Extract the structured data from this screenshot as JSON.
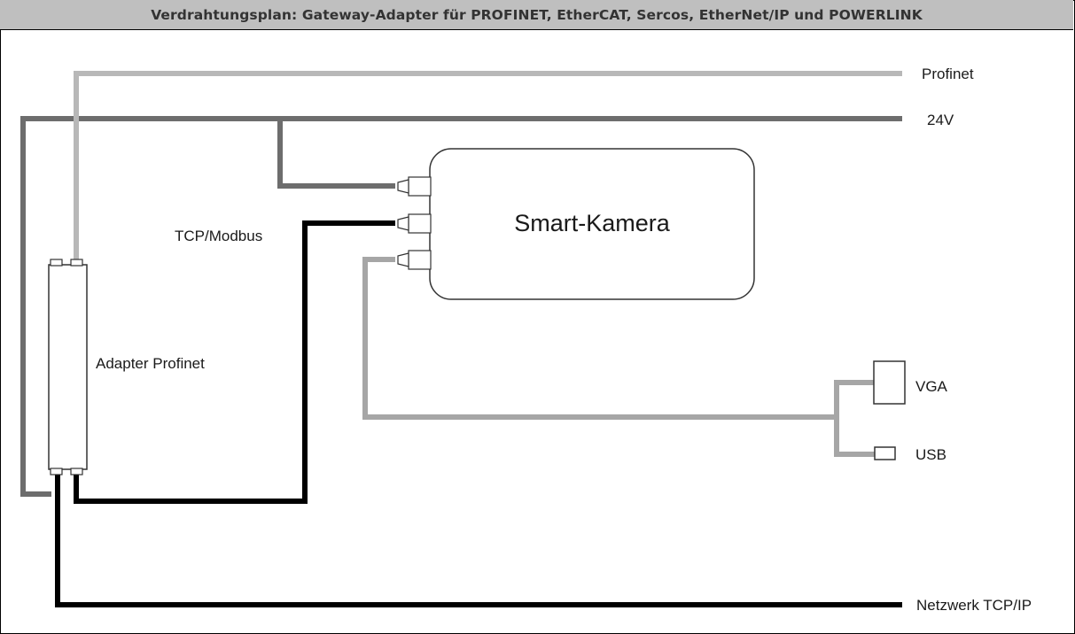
{
  "header": {
    "title": "Verdrahtungsplan:  Gateway-Adapter für PROFINET, EtherCAT, Sercos, EtherNet/IP und POWERLINK"
  },
  "labels": {
    "profinet": "Profinet",
    "power": "24V",
    "camera": "Smart-Kamera",
    "tcp_modbus": "TCP/Modbus",
    "adapter": "Adapter Profinet",
    "vga": "VGA",
    "usb": "USB",
    "network": "Netzwerk TCP/IP"
  },
  "colors": {
    "profinet_line": "#b8b8b8",
    "power_line": "#6d6d6d",
    "modbus_line": "#000000",
    "camera_io_line": "#a6a6a6",
    "network_line": "#000000",
    "header_bg": "#bfbfbf"
  }
}
